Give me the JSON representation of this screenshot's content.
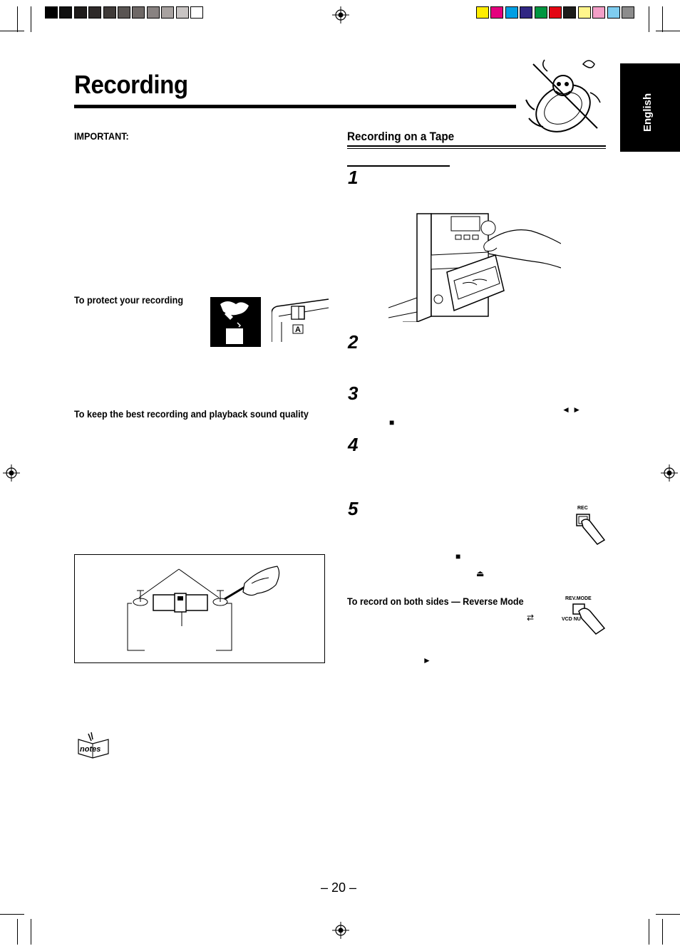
{
  "page": {
    "title": "Recording",
    "language_tab": "English",
    "page_number": "– 20 –"
  },
  "left": {
    "important_label": "IMPORTANT:",
    "protect_heading": "To protect your recording",
    "protect_illustration_letter": "A",
    "quality_heading": "To keep the best recording and playback sound quality",
    "notes_icon_label": "notes"
  },
  "right": {
    "section_heading": "Recording on a Tape",
    "steps": [
      "1",
      "2",
      "3",
      "4",
      "5"
    ],
    "reverse_heading": "To record on both sides — Reverse Mode",
    "rec_button_label": "REC",
    "rev_mode_label": "REV.MODE",
    "vcd_label": "VCD NU",
    "glyph_play_rev": "◄ ►",
    "glyph_stop": "■",
    "glyph_stop2": "■",
    "glyph_eject": "⏏",
    "glyph_reverse": "⇄",
    "glyph_play": "►"
  },
  "colors": {
    "grayscale_bar": [
      "#000000",
      "#111111",
      "#1f1c1b",
      "#2e2a29",
      "#3f3a38",
      "#595452",
      "#6e6866",
      "#888281",
      "#a8a2a0",
      "#c8c4c3",
      "#ffffff"
    ],
    "color_bar": [
      "#ffed00",
      "#e5007e",
      "#009fe3",
      "#312783",
      "#009640",
      "#e30613",
      "#1d1d1b",
      "#fff58c",
      "#f39fc7",
      "#7fcdf0",
      "#8c8c8c"
    ]
  }
}
